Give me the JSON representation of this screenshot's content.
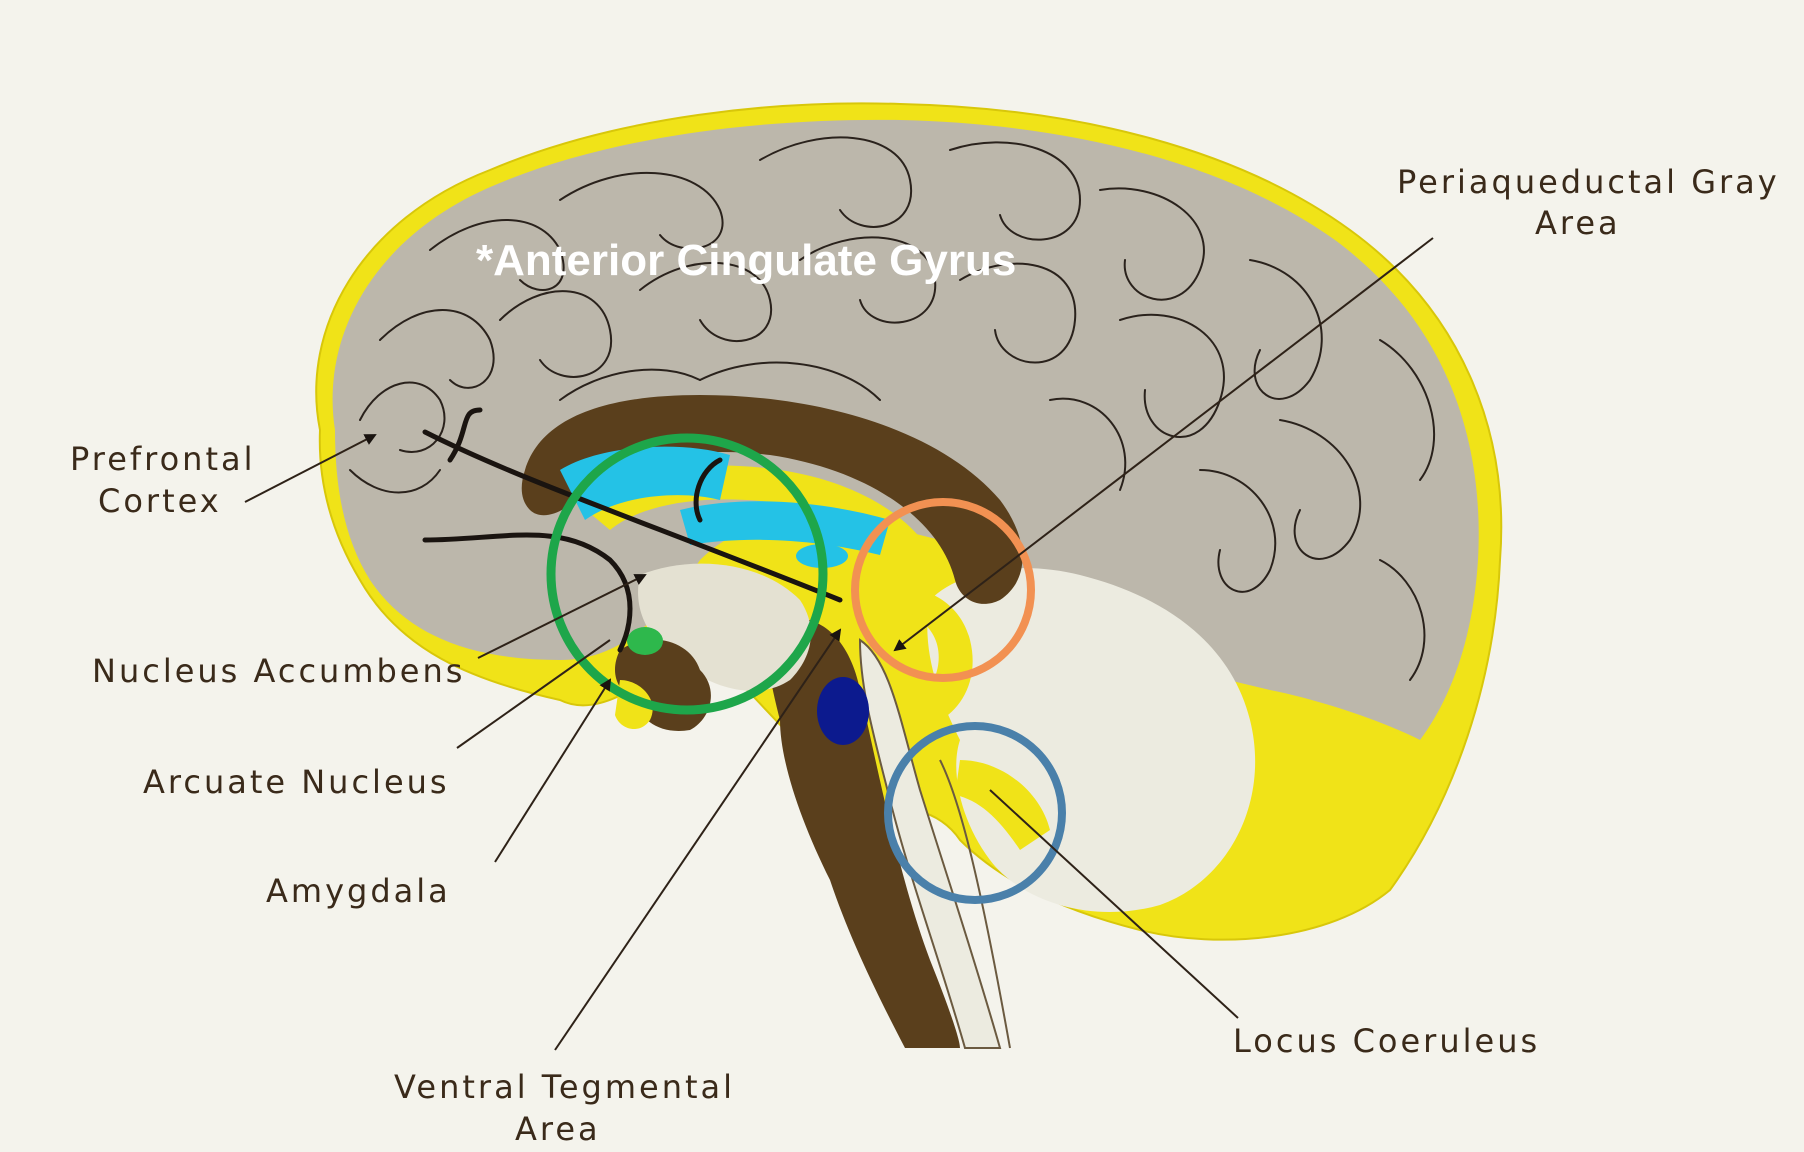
{
  "title": "*Anterior Cingulate Gyrus",
  "labels": {
    "periaqueductal_gray_line1": "Periaqueductal Gray",
    "periaqueductal_gray_line2": "Area",
    "prefrontal_cortex_line1": "Prefrontal",
    "prefrontal_cortex_line2": "Cortex",
    "nucleus_accumbens": "Nucleus Accumbens",
    "arcuate_nucleus": "Arcuate Nucleus",
    "amygdala": "Amygdala",
    "ventral_tegmental_line1": "Ventral Tegmental",
    "ventral_tegmental_line2": "Area",
    "locus_coeruleus": "Locus Coeruleus"
  },
  "colors": {
    "background": "#f4f3ec",
    "cortex_gray": "#bcb7ab",
    "outline_yellow": "#f0e318",
    "corpus_brown": "#5a3f1c",
    "ventricle_blue": "#24c2e6",
    "cerebellum_cream": "#ecebe0",
    "nucleus_green": "#2eb84c",
    "nucleus_navy": "#0c1a8e",
    "highlight_green": "#1ea64a",
    "highlight_orange": "#f29152",
    "highlight_blue": "#4a80aa"
  },
  "icons": [
    "highlight-circle-green",
    "highlight-circle-orange",
    "highlight-circle-blue",
    "arrowhead"
  ]
}
